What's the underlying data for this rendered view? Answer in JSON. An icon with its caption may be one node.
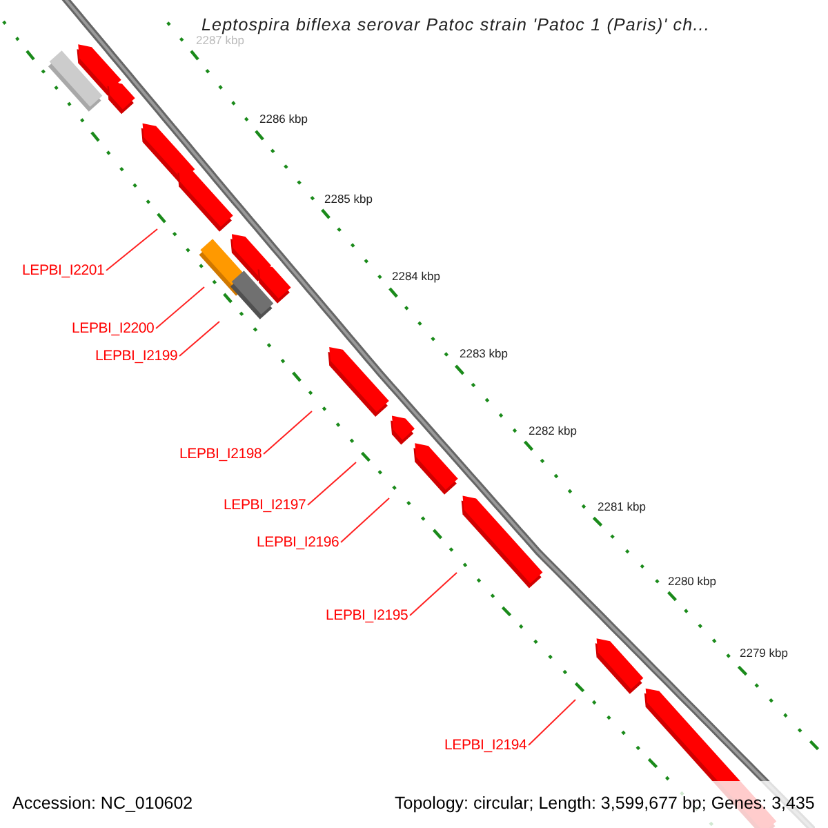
{
  "diagram": {
    "title": "Leptospira biflexa serovar Patoc strain 'Patoc 1 (Paris)' ch...",
    "nodes": [
      {
        "text": [
          "LEPBI_I2201"
        ]
      },
      {
        "text": [
          "LEPBI_I2200"
        ]
      },
      {
        "text": [
          "LEPBI_I2199"
        ]
      },
      {
        "text": [
          "LEPBI_I2198"
        ]
      },
      {
        "text": [
          "LEPBI_I2197"
        ]
      },
      {
        "text": [
          "LEPBI_I2196"
        ]
      },
      {
        "text": [
          "LEPBI_I2195"
        ]
      },
      {
        "text": [
          "LEPBI_I2194"
        ]
      }
    ],
    "edges": [
      {
        "from": 0,
        "to": null,
        "arrow": "none"
      },
      {
        "from": 1,
        "to": null,
        "arrow": "none"
      },
      {
        "from": 2,
        "to": null,
        "arrow": "none"
      },
      {
        "from": 3,
        "to": null,
        "arrow": "none"
      },
      {
        "from": 4,
        "to": null,
        "arrow": "none"
      },
      {
        "from": 5,
        "to": null,
        "arrow": "none"
      },
      {
        "from": 6,
        "to": null,
        "arrow": "none"
      },
      {
        "from": 7,
        "to": null,
        "arrow": "none"
      }
    ],
    "labels": [
      "2287 kbp",
      "2286 kbp",
      "2285 kbp",
      "2284 kbp",
      "2283 kbp",
      "2282 kbp",
      "2281 kbp",
      "2280 kbp",
      "2279 kbp",
      "Accession: NC_010602",
      "Topology: circular; Length: 3,599,677 bp; Genes: 3,435"
    ]
  }
}
